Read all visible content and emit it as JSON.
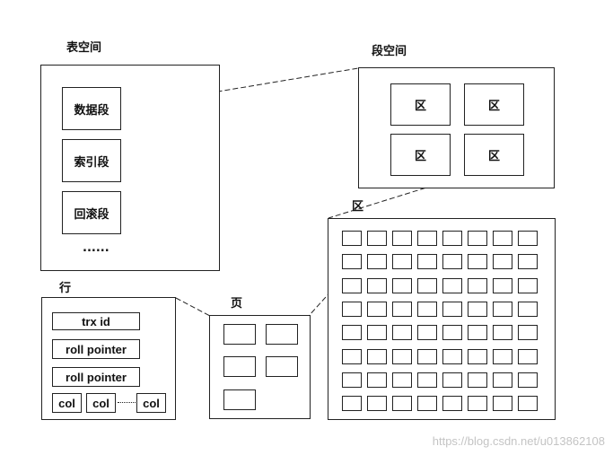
{
  "tablespace": {
    "title": "表空间",
    "segments": [
      "数据段",
      "索引段",
      "回滚段"
    ],
    "ellipsis": "......"
  },
  "segment_space": {
    "title": "段空间",
    "extents": [
      "区",
      "区",
      "区",
      "区"
    ]
  },
  "extent": {
    "title": "区",
    "grid": {
      "rows": 8,
      "cols": 8
    }
  },
  "page": {
    "title": "页",
    "slots": 5
  },
  "row": {
    "title": "行",
    "trx_id": "trx id",
    "roll_pointer_1": "roll pointer",
    "roll_pointer_2": "roll pointer",
    "cols": [
      "col",
      "col",
      "col"
    ]
  },
  "watermark": "https://blog.csdn.net/u013862108"
}
